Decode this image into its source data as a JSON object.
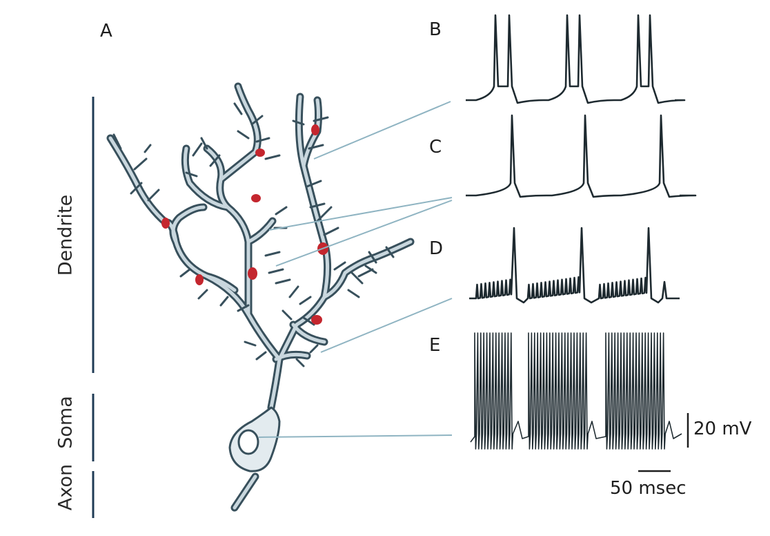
{
  "panels": {
    "a": "A",
    "b": "B",
    "c": "C",
    "d": "D",
    "e": "E"
  },
  "region_labels": {
    "dendrite": "Dendrite",
    "soma": "Soma",
    "axon": "Axon"
  },
  "scale_bars": {
    "voltage": "20 mV",
    "time": "50 msec"
  },
  "colors": {
    "neuron": "#7a98a6",
    "neuron_dark": "#38505c",
    "synapse": "#c4262e",
    "connector": "#8fb4c2",
    "trace": "#1e2a30",
    "line": "#1f3b55"
  }
}
